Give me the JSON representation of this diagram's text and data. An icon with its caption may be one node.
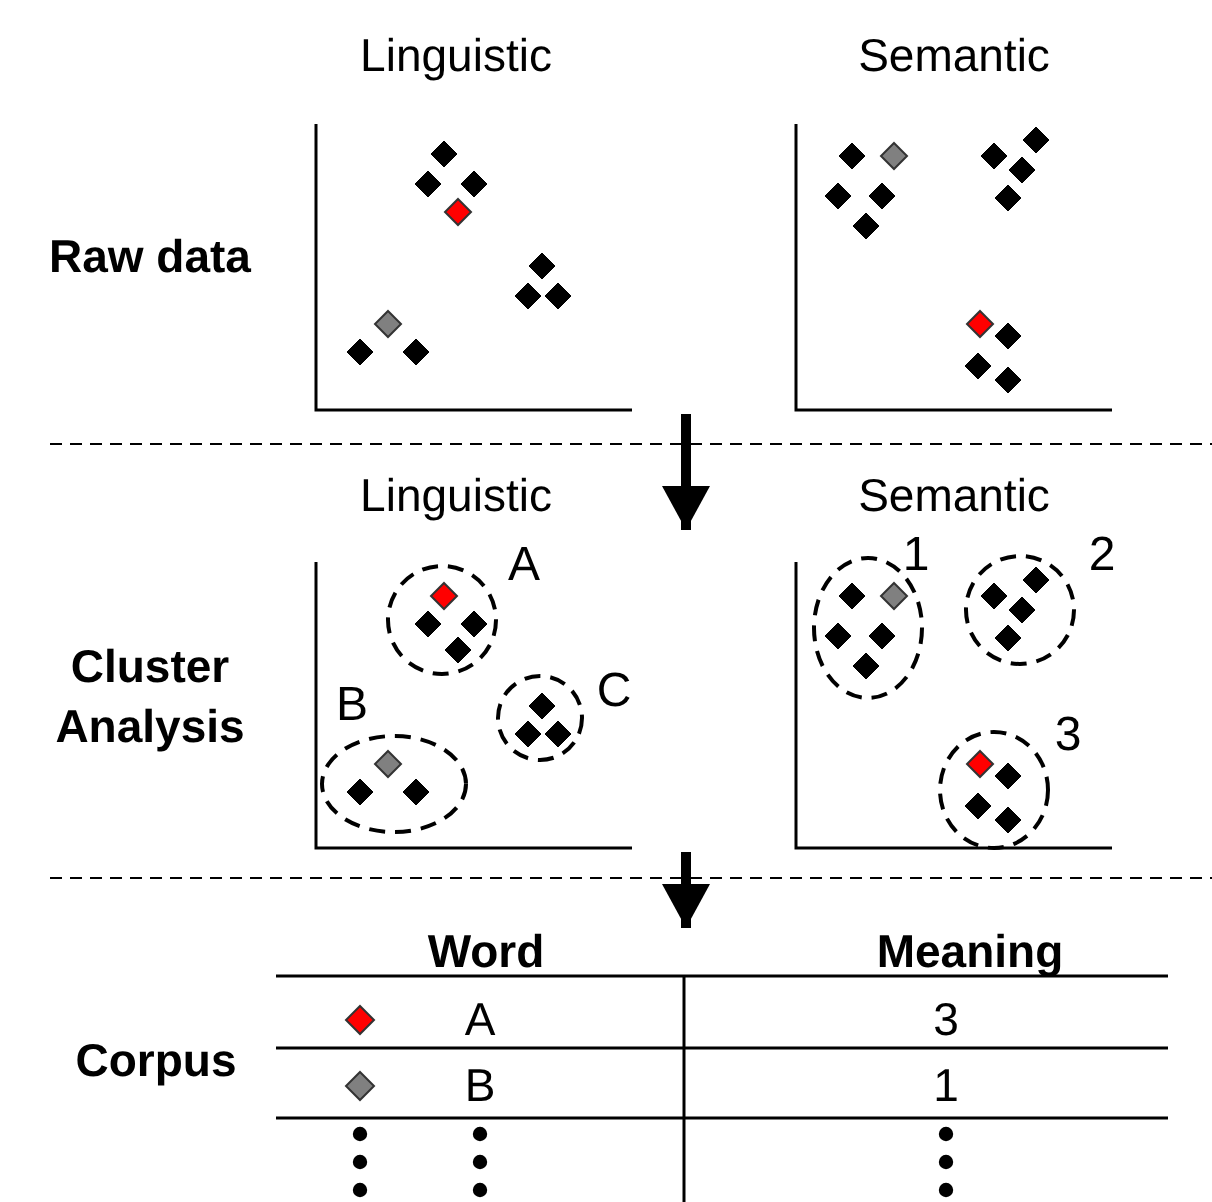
{
  "diagram": {
    "nodes": [
      {
        "text": [
          "Raw data"
        ]
      },
      {
        "text": [
          "Cluster Analysis"
        ]
      },
      {
        "text": [],
        "shape": "circle",
        "in": 1,
        "beside": [
          "A"
        ]
      },
      {
        "text": [],
        "shape": "circle",
        "in": 1,
        "beside": [
          "B"
        ]
      },
      {
        "text": [],
        "shape": "circle",
        "in": 1,
        "beside": [
          "C"
        ]
      },
      {
        "text": [],
        "shape": "circle",
        "in": 1,
        "beside": [
          "1"
        ]
      },
      {
        "text": [],
        "shape": "circle",
        "in": 1,
        "beside": [
          "2"
        ]
      },
      {
        "text": [],
        "shape": "circle",
        "in": 1,
        "beside": [
          "3"
        ]
      },
      {
        "text": [
          "Corpus"
        ]
      }
    ],
    "edges": [
      {
        "from": 0,
        "to": 1,
        "arrow": "to"
      },
      {
        "from": 1,
        "to": 8,
        "arrow": "to"
      }
    ],
    "labels": [
      "Linguistic",
      "Semantic",
      "Linguistic",
      "Semantic",
      "Word",
      "Meaning",
      "A",
      "3",
      "B",
      "1"
    ]
  }
}
